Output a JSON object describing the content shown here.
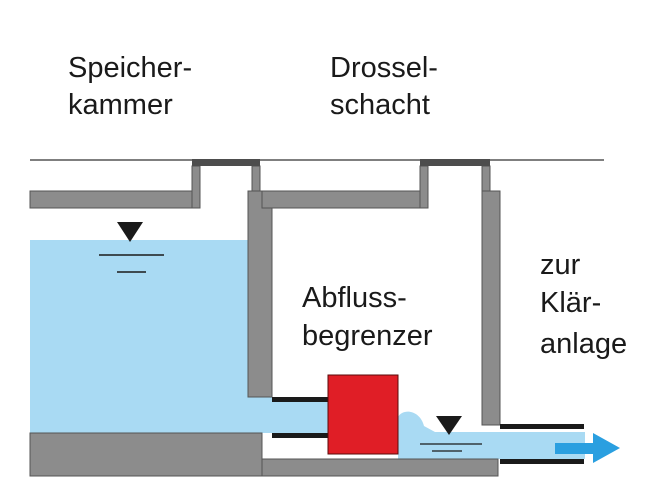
{
  "labels": {
    "storage_line1": "Speicher-",
    "storage_line2": "kammer",
    "throttle_line1": "Drossel-",
    "throttle_line2": "schacht",
    "limiter_line1": "Abfluss-",
    "limiter_line2": "begrenzer",
    "plant_line1": "zur",
    "plant_line2": "Klär-",
    "plant_line3": "anlage"
  },
  "colors": {
    "wall": "#8c8c8c",
    "wall_outline": "#4a4a4a",
    "water": "#a9daf3",
    "water_outline": "#6fb6dc",
    "limiter": "#e01e26",
    "arrow": "#2a9fe0",
    "pipe": "#1a1a1a",
    "cover": "#4d4d4d"
  },
  "icons": [
    "water-level-triangle-icon",
    "flow-arrow-icon"
  ]
}
